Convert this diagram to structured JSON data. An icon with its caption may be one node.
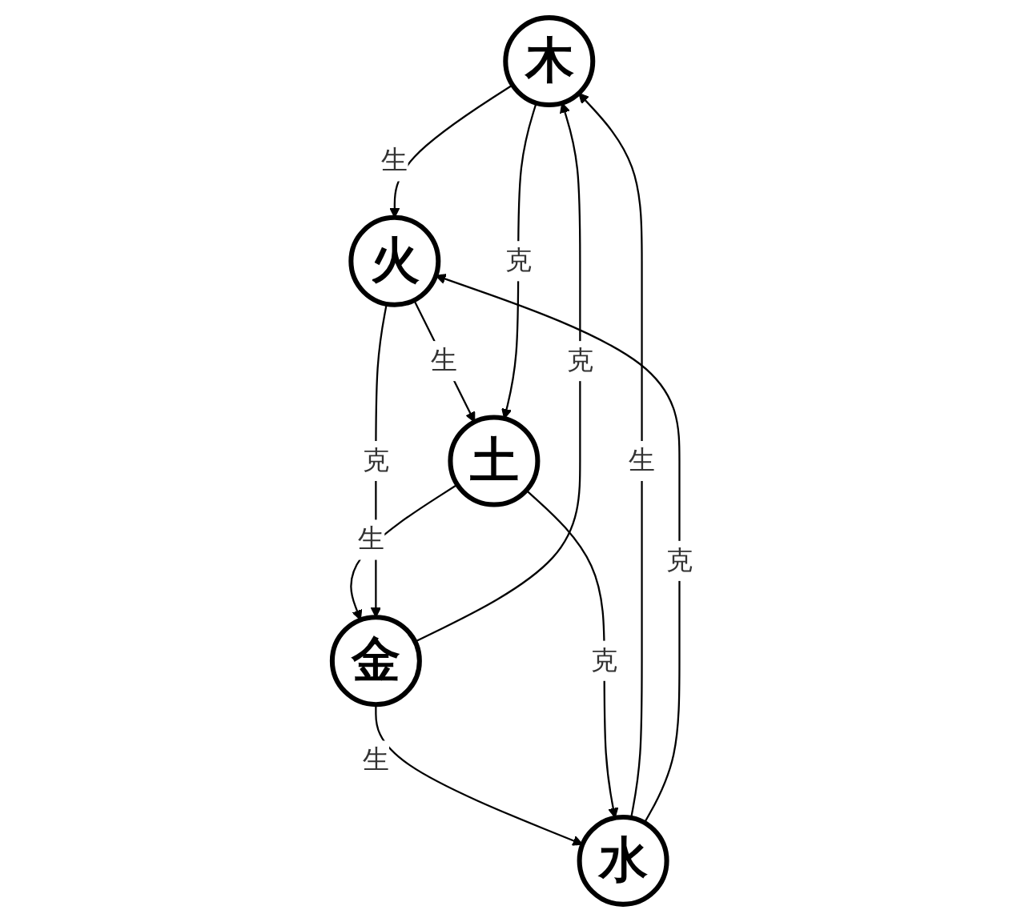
{
  "diagram": {
    "nodes": [
      {
        "text": [
          "木"
        ]
      },
      {
        "text": [
          "火"
        ]
      },
      {
        "text": [
          "土"
        ]
      },
      {
        "text": [
          "金"
        ]
      },
      {
        "text": [
          "水"
        ]
      }
    ],
    "edges": [
      {
        "from": 0,
        "to": 1,
        "arrow": "to",
        "label": "生"
      },
      {
        "from": 1,
        "to": 2,
        "arrow": "to",
        "label": "生"
      },
      {
        "from": 2,
        "to": 3,
        "arrow": "to",
        "label": "生"
      },
      {
        "from": 3,
        "to": 4,
        "arrow": "to",
        "label": "生"
      },
      {
        "from": 4,
        "to": 0,
        "arrow": "to",
        "label": "生"
      },
      {
        "from": 0,
        "to": 2,
        "arrow": "to",
        "label": "克"
      },
      {
        "from": 2,
        "to": 4,
        "arrow": "to",
        "label": "克"
      },
      {
        "from": 4,
        "to": 1,
        "arrow": "to",
        "label": "克"
      },
      {
        "from": 1,
        "to": 3,
        "arrow": "to",
        "label": "克"
      },
      {
        "from": 3,
        "to": 0,
        "arrow": "to",
        "label": "克"
      }
    ]
  }
}
